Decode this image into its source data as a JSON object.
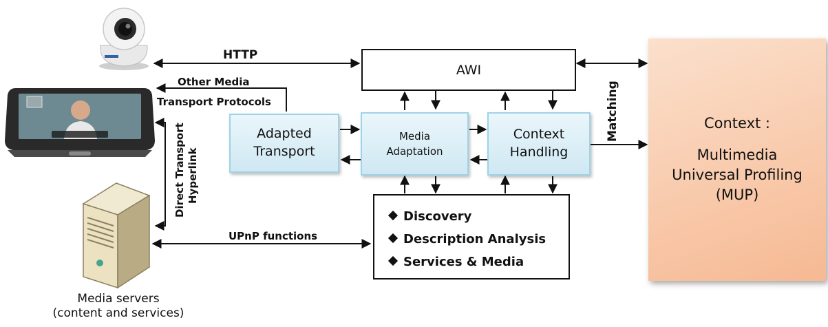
{
  "devices": {
    "media_servers_label": [
      "Media servers",
      "(content and services)"
    ]
  },
  "links": {
    "http": "HTTP",
    "other_media": [
      "Other Media",
      "Transport Protocols"
    ],
    "direct_transport": [
      "Direct Transport",
      "Hyperlink"
    ],
    "upnp": "UPnP functions",
    "matching": "Matching"
  },
  "boxes": {
    "awi": "AWI",
    "adapted_transport": [
      "Adapted",
      "Transport"
    ],
    "media_adaptation": [
      "Media",
      "Adaptation"
    ],
    "context_handling": [
      "Context",
      "Handling"
    ],
    "functions": [
      "Discovery",
      "Description Analysis",
      "Services & Media"
    ],
    "context": [
      "Context :",
      "Multimedia",
      "Universal Profiling",
      "(MUP)"
    ]
  },
  "colors": {
    "line": "#111111",
    "blue_box_border": "#9fd3e6",
    "context_box": "#f6b993"
  }
}
